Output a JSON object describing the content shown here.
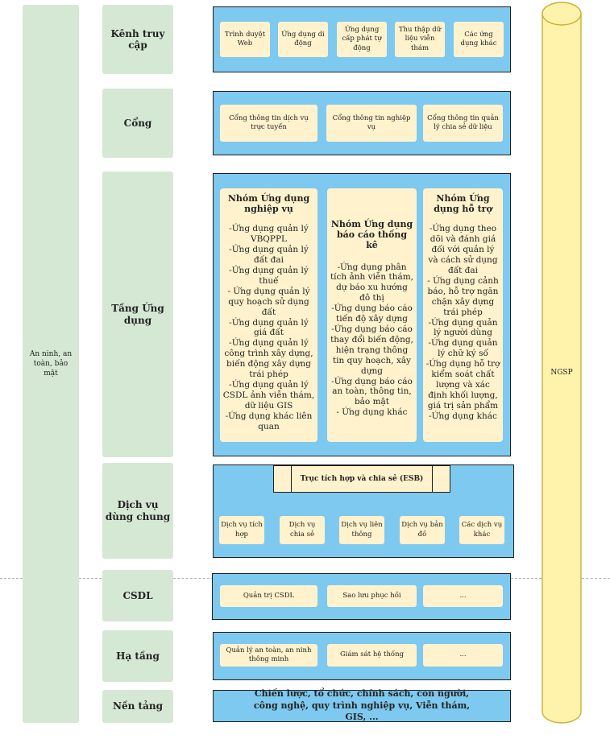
{
  "security_label": "An ninh, an toàn, bảo mật",
  "ngsp_label": "NGSP",
  "layers": {
    "kenh": "Kênh truy cập",
    "cong": "Cổng",
    "ung_dung": "Tầng Ứng dụng",
    "dich_vu": "Dịch vụ dùng chung",
    "csdl": "CSDL",
    "ha_tang": "Hạ tầng",
    "nen_tang": "Nền tảng"
  },
  "kenh_items": [
    "Trình duyệt Web",
    "Ứng dụng di động",
    "Ứng dụng cấp phát tự động",
    "Thu thập dữ liệu viễn thám",
    "Các ứng dụng khác"
  ],
  "cong_items": [
    "Cổng thông tin dịch vụ trực tuyến",
    "Cổng thông tin nghiệp vụ",
    "Cổng thông tin quản lý chia sẻ dữ liệu"
  ],
  "app_groups": [
    {
      "title": "Nhóm Ứng dụng nghiệp vụ",
      "lines": [
        "-Ứng dụng quản lý VBQPPL",
        "-Ứng dụng quản lý đất đai",
        "-Ứng dụng quản lý thuế",
        "- Ứng dụng quản lý quy hoạch sử dụng đất",
        "-Ứng dụng quản lý giá đất",
        "-Ứng dụng quản lý công trình xây dựng, biến động xây dựng trái phép",
        "-Ứng dụng quản lý CSDL ảnh viễn thám, dữ liệu GIS",
        "-Ứng dụng khác liên quan"
      ]
    },
    {
      "title": "Nhóm Ứng dụng báo cáo thống kê",
      "lines": [
        "-Ứng dụng phân tích ảnh viễn thám, dự báo xu hướng đô thị",
        "-Ứng dụng báo cáo tiến độ xây dựng",
        "-Ứng dụng báo cáo thay đổi biến động, hiện trạng thông tin quy hoạch, xây dựng",
        "-Ứng dụng báo cáo an toàn, thông tin, bảo mật",
        "- Ứng dụng khác"
      ]
    },
    {
      "title": "Nhóm Ứng dụng hỗ trợ",
      "lines": [
        "-Ứng dụng theo dõi và đánh giá đối với quản lý và cách sử dụng đất đai",
        "- Ứng dụng cảnh báo, hỗ trợ ngăn chặn xây dựng trái phép",
        "-Ứng dụng quản lý người dùng",
        "-Ứng dụng quản lý chữ ký số",
        "-Ứng dụng hỗ trợ kiểm soát chất lượng và xác định khối lượng, giá trị sản phẩm",
        "-Ứng dụng khác"
      ]
    }
  ],
  "esb_label": "Trục tích hợp và chia sẻ (ESB)",
  "dichvu_items": [
    "Dịch vụ tích hợp",
    "Dịch vụ chia sẻ",
    "Dịch vụ liên thông",
    "Dịch vụ bản đồ",
    "Các dịch vụ khác"
  ],
  "csdl_items": [
    "Quản trị CSDL",
    "Sao lưu phục hồi",
    "..."
  ],
  "hatang_items": [
    "Quản lý an toàn, an ninh thông minh",
    "Giám sát hệ thống",
    "..."
  ],
  "nen_tang_text": "Chiến lược, tổ chức, chính sách, con người, công nghệ, quy trình nghiệp vụ, Viễn thám, GIS, ...",
  "colors": {
    "green": "#d5e8d4",
    "blue": "#7ec9f0",
    "yellow": "#fff2cc",
    "ngsp_fill": "#fff2aa"
  }
}
